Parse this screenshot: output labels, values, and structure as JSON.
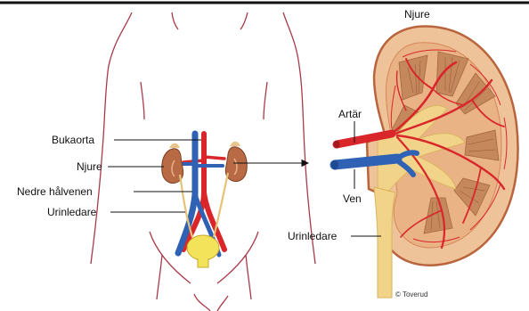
{
  "labels": {
    "bukaorta": "Bukaorta",
    "njure_left": "Njure",
    "nedre_halvenen": "Nedre hålvenen",
    "urinledare_left": "Urinledare",
    "njure_title": "Njure",
    "artar": "Artär",
    "ven": "Ven",
    "urinledare_right": "Urinledare"
  },
  "credit": "© Toverud",
  "colors": {
    "artery": "#d8262b",
    "vein": "#2f62b5",
    "cortex": "#efc39a",
    "medulla": "#c4885c",
    "capsule": "#e2a06e",
    "ureter": "#f1d489",
    "body_outline": "#a83a4a",
    "bladder": "#f3e35a"
  }
}
